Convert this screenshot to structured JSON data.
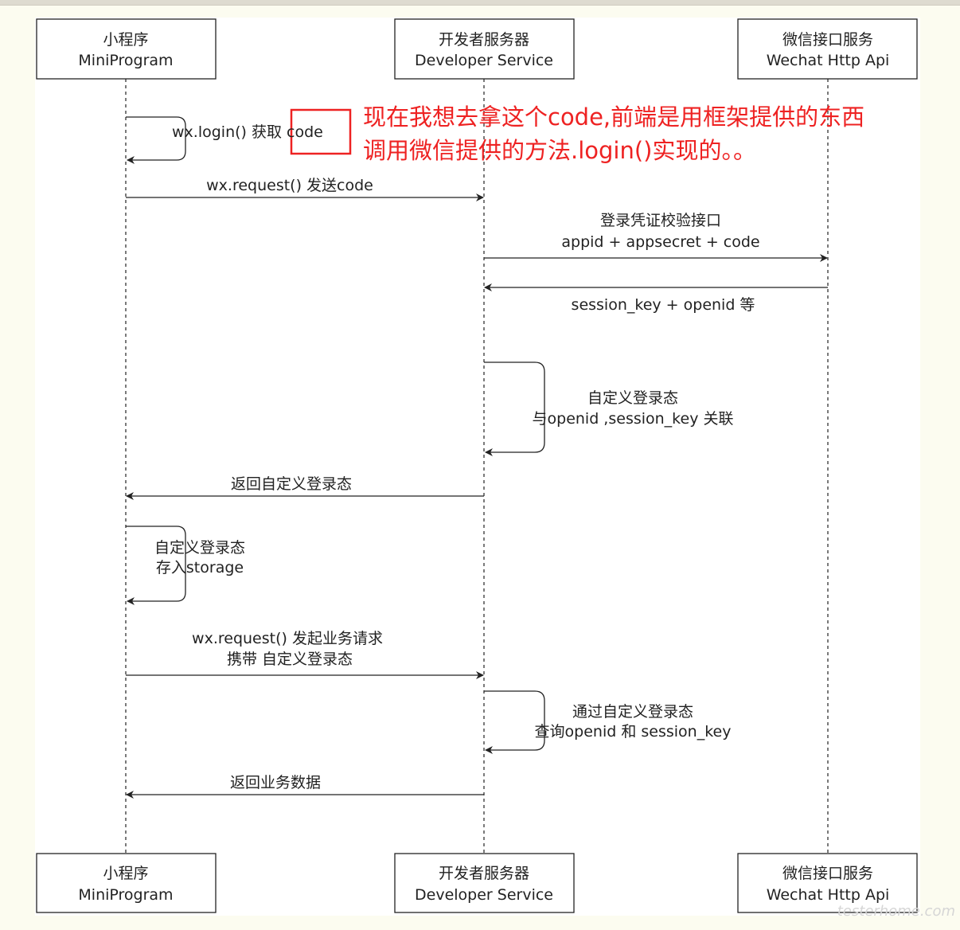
{
  "participants": [
    {
      "cn": "小程序",
      "en": "MiniProgram"
    },
    {
      "cn": "开发者服务器",
      "en": "Developer Service"
    },
    {
      "cn": "微信接口服务",
      "en": "Wechat Http Api"
    }
  ],
  "messages": [
    {
      "lines": [
        "wx.login() 获取 code"
      ]
    },
    {
      "lines": [
        "wx.request() 发送code"
      ]
    },
    {
      "lines": [
        "登录凭证校验接口",
        "appid + appsecret + code"
      ]
    },
    {
      "lines": [
        "session_key + openid 等"
      ]
    },
    {
      "lines": [
        "自定义登录态",
        "与openid ,session_key 关联"
      ]
    },
    {
      "lines": [
        "返回自定义登录态"
      ]
    },
    {
      "lines": [
        "自定义登录态",
        "存入storage"
      ]
    },
    {
      "lines": [
        "wx.request() 发起业务请求",
        "携带 自定义登录态"
      ]
    },
    {
      "lines": [
        "通过自定义登录态",
        "查询openid 和 session_key"
      ]
    },
    {
      "lines": [
        "返回业务数据"
      ]
    }
  ],
  "annotation": {
    "lines": [
      "现在我想去拿这个code,前端是用框架提供的东西",
      "调用微信提供的方法.login()实现的。。"
    ],
    "color": "#ee2222"
  },
  "watermark": "testerhome.com"
}
